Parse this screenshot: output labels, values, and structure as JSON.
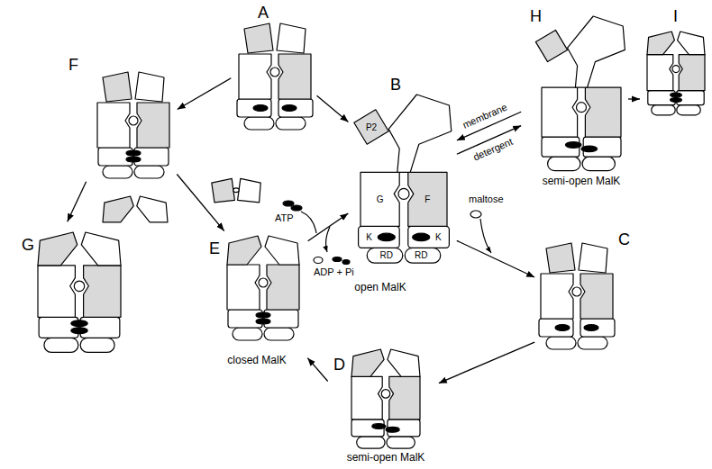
{
  "diagram": {
    "nodes": [
      {
        "text": [
          "A"
        ]
      },
      {
        "text": [
          "H",
          "semi-open MalK"
        ]
      },
      {
        "text": [
          "I"
        ]
      },
      {
        "text": [
          "F"
        ]
      },
      {
        "text": [
          "B",
          "open MalK"
        ]
      },
      {
        "text": [
          "P2"
        ],
        "in": 4
      },
      {
        "text": [
          "G"
        ],
        "in": 4
      },
      {
        "text": [
          "F"
        ],
        "in": 4
      },
      {
        "text": [
          "K"
        ],
        "in": 4
      },
      {
        "text": [
          "K"
        ],
        "in": 4
      },
      {
        "text": [
          "RD"
        ],
        "in": 4
      },
      {
        "text": [
          "RD"
        ],
        "in": 4
      },
      {
        "text": [
          "C"
        ]
      },
      {
        "text": [
          "G"
        ]
      },
      {
        "text": [
          "E",
          "closed MalK"
        ]
      },
      {
        "text": [
          "D",
          "semi-open MalK"
        ]
      }
    ],
    "edges": [
      {
        "from": 0,
        "to": 3,
        "arrow": "to"
      },
      {
        "from": 0,
        "to": 4,
        "arrow": "to"
      },
      {
        "from": 1,
        "to": 4,
        "label": "membrane",
        "arrow": "to"
      },
      {
        "from": 4,
        "to": 1,
        "label": "detergent",
        "arrow": "to"
      },
      {
        "from": 1,
        "to": 2,
        "arrow": "to"
      },
      {
        "from": 3,
        "to": 13,
        "arrow": "to"
      },
      {
        "from": 3,
        "to": 14,
        "arrow": "to"
      },
      {
        "from": 14,
        "to": 4,
        "arrow": "to"
      },
      {
        "from": 4,
        "to": 12,
        "arrow": "to"
      },
      {
        "from": 12,
        "to": 15,
        "arrow": "to"
      },
      {
        "from": 15,
        "to": 14,
        "arrow": "to"
      }
    ],
    "labels": [
      "ATP",
      "ADP + Pi",
      "maltose"
    ]
  }
}
